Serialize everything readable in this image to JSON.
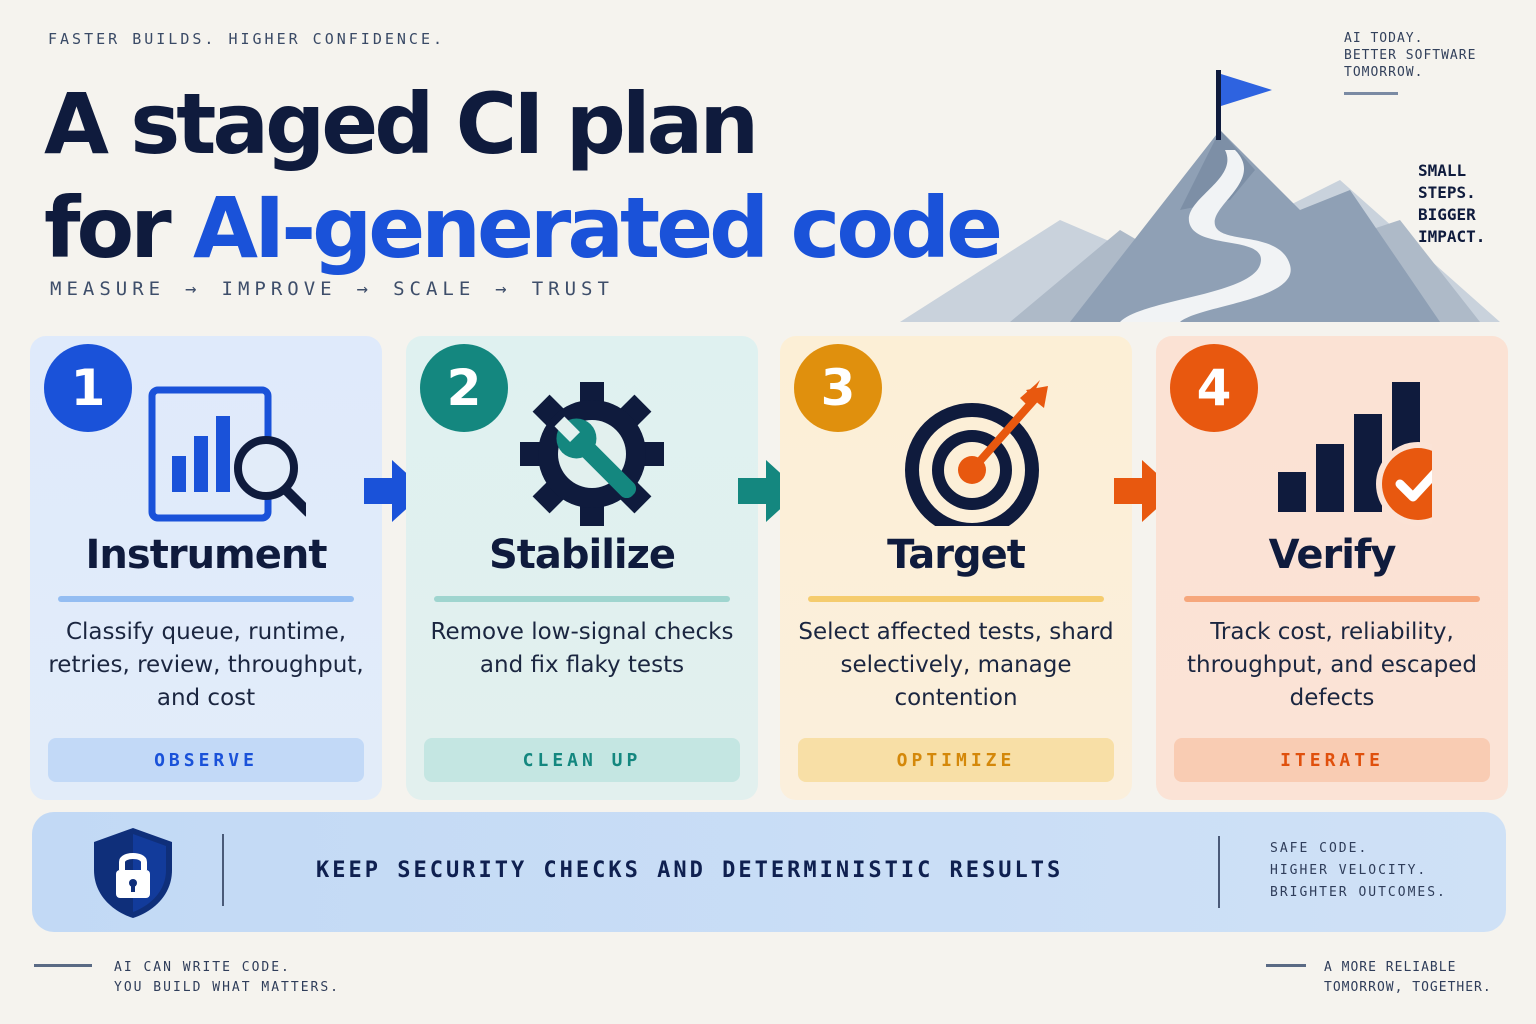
{
  "header": {
    "tagline": "FASTER BUILDS.  HIGHER CONFIDENCE.",
    "title_line1": "A staged CI plan",
    "title_for": "for ",
    "title_accent": "AI-generated code",
    "steps": [
      "MEASURE",
      "→",
      "IMPROVE",
      "→",
      "SCALE",
      "→",
      "TRUST"
    ]
  },
  "top_note": "AI TODAY.\nBETTER SOFTWARE\nTOMORROW.",
  "mountain_note": "SMALL\nSTEPS.\nBIGGER\nIMPACT.",
  "cards": [
    {
      "num": "1",
      "title": "Instrument",
      "desc": "Classify queue, runtime, retries, review, throughput, and cost",
      "pill": "OBSERVE",
      "icon": "chart-magnifier-icon"
    },
    {
      "num": "2",
      "title": "Stabilize",
      "desc": "Remove low-signal checks and fix flaky tests",
      "pill": "CLEAN UP",
      "icon": "gear-wrench-icon"
    },
    {
      "num": "3",
      "title": "Target",
      "desc": "Select affected tests, shard selectively, manage contention",
      "pill": "OPTIMIZE",
      "icon": "target-arrow-icon"
    },
    {
      "num": "4",
      "title": "Verify",
      "desc": "Track cost, reliability, throughput, and escaped defects",
      "pill": "ITERATE",
      "icon": "bars-check-icon"
    }
  ],
  "colors": {
    "blue": "#1a52d9",
    "teal": "#14877f",
    "amber": "#e0900d",
    "orange": "#e8580f",
    "navy": "#0f1b3d"
  },
  "security": {
    "message": "KEEP  SECURITY CHECKS  AND  DETERMINISTIC RESULTS",
    "side": "SAFE CODE.\nHIGHER VELOCITY.\nBRIGHTER OUTCOMES.",
    "icon": "shield-lock-icon"
  },
  "footer": {
    "left": "AI CAN WRITE CODE.\nYOU BUILD WHAT MATTERS.",
    "right": "A MORE RELIABLE\nTOMORROW, TOGETHER."
  }
}
